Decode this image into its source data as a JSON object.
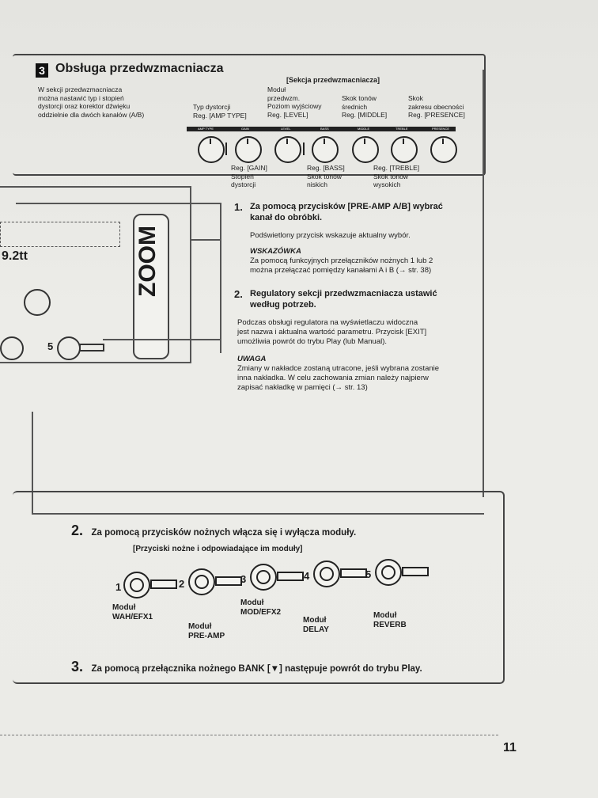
{
  "section": {
    "number": "3",
    "title": "Obsługa przedwzmacniacza",
    "intro": [
      "W sekcji przedwzmacniacza",
      "można nastawić typ i stopień",
      "dystorcji oraz korektor dźwięku",
      "oddzielnie dla dwóch kanałów (A/B)"
    ],
    "panel_heading": "[Sekcja przedwzmacniacza]"
  },
  "knob_labels_top": [
    [
      "Typ dystorcji",
      "Reg. [AMP TYPE]"
    ],
    [
      "Moduł",
      "przedwzm.",
      "Poziom wyjściowy",
      "Reg. [LEVEL]"
    ],
    [
      "Skok tonów",
      "średnich",
      "Reg. [MIDDLE]"
    ],
    [
      "Skok",
      "zakresu obecności",
      "Reg. [PRESENCE]"
    ]
  ],
  "knob_labels_bottom": [
    [
      "Reg. [GAIN]",
      "Stopień",
      "dystorcji"
    ],
    [
      "Reg. [BASS]",
      "Skok tonów",
      "niskich"
    ],
    [
      "Reg. [TREBLE]",
      "Skok tonów",
      "wysokich"
    ]
  ],
  "strip_labels": [
    "AMP TYPE",
    "GAIN",
    "LEVEL",
    "BASS",
    "MIDDLE",
    "TREBLE",
    "PRESENCE"
  ],
  "device": {
    "display": "9.2tt",
    "brand": "ZOOM",
    "pedal_label": "5"
  },
  "steps": [
    {
      "num": "1.",
      "title": [
        "Za pomocą przycisków [PRE-AMP A/B] wybrać",
        "kanał do obróbki."
      ],
      "body": [
        "Podświetlony przycisk wskazuje aktualny wybór."
      ],
      "note_head": "WSKAZÓWKA",
      "note": [
        "Za pomocą funkcyjnych przełączników nożnych 1 lub 2",
        "można przełączać pomiędzy kanałami A i B (→ str. 38)"
      ]
    },
    {
      "num": "2.",
      "title": [
        "Regulatory sekcji przedwzmacniacza ustawić",
        "według potrzeb."
      ],
      "body": [
        "Podczas obsługi regulatora na wyświetlaczu widoczna",
        "jest nazwa i aktualna wartość parametru. Przycisk [EXIT]",
        "umożliwia powrót do trybu Play (lub Manual)."
      ],
      "note_head": "UWAGA",
      "note": [
        "Zmiany w nakładce zostaną utracone, jeśli wybrana zostanie",
        "inna nakładka. W celu zachowania zmian należy najpierw",
        "zapisać nakładkę w pamięci (→ str. 13)"
      ]
    }
  ],
  "main_step2": {
    "num": "2.",
    "text": "Za pomocą przycisków nożnych włącza się i wyłącza moduły.",
    "sub_heading": "[Przyciski nożne i odpowiadające im moduły]"
  },
  "pedals": [
    {
      "num": "1",
      "label": [
        "Moduł",
        "WAH/EFX1"
      ]
    },
    {
      "num": "2",
      "label": [
        "Moduł",
        "PRE-AMP"
      ]
    },
    {
      "num": "3",
      "label": [
        "Moduł",
        "MOD/EFX2"
      ]
    },
    {
      "num": "4",
      "label": [
        "Moduł",
        "DELAY"
      ]
    },
    {
      "num": "5",
      "label": [
        "Moduł",
        "REVERB"
      ]
    }
  ],
  "main_step3": {
    "num": "3.",
    "text": "Za pomocą przełącznika nożnego BANK [▼] następuje powrót do trybu Play."
  },
  "page_number": "11"
}
